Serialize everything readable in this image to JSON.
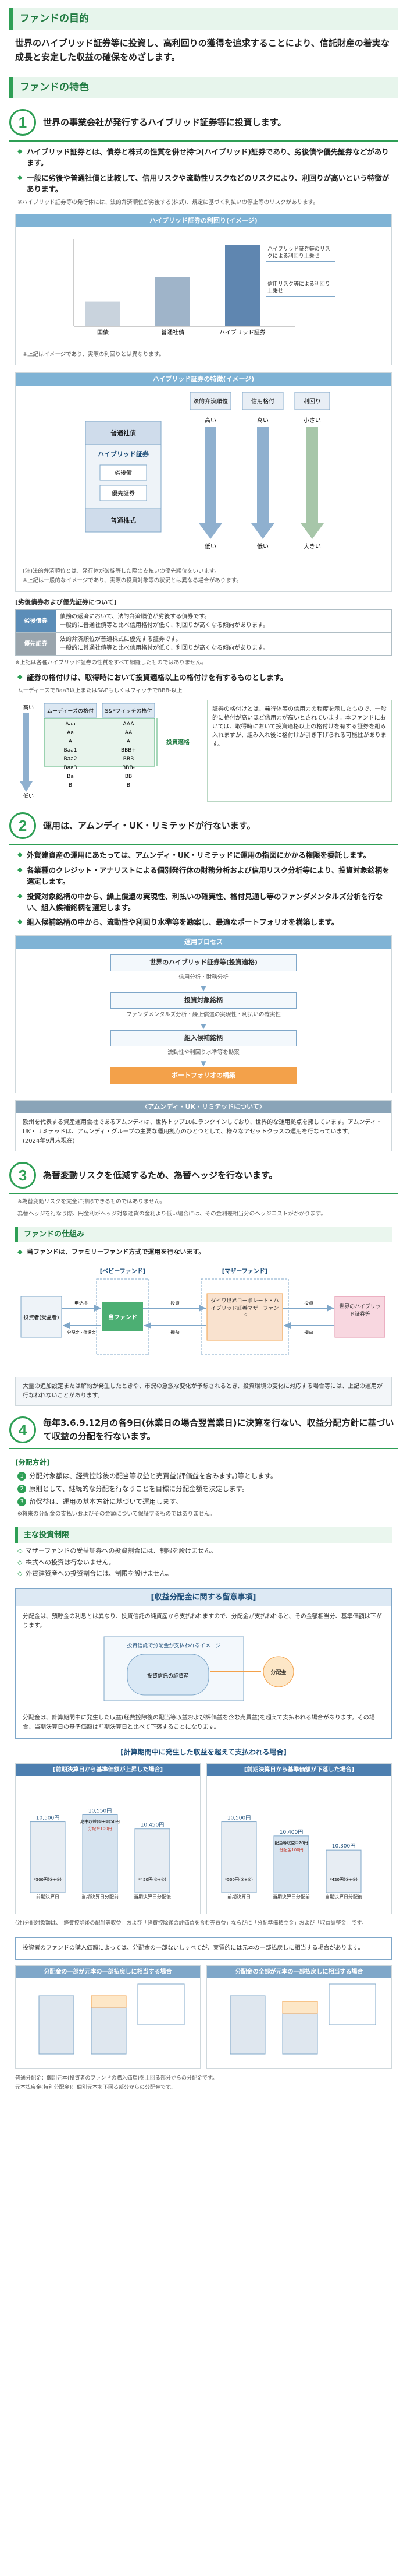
{
  "purpose": {
    "heading": "ファンドの目的",
    "text": "世界のハイブリッド証券等に投資し、高利回りの獲得を追求することにより、信託財産の着実な成長と安定した収益の確保をめざします。"
  },
  "features": {
    "heading": "ファンドの特色",
    "f1": {
      "num": "1",
      "title": "世界の事業会社が発行するハイブリッド証券等に投資します。",
      "b1": "ハイブリッド証券とは、債券と株式の性質を併せ持つ(ハイブリッド)証券であり、劣後債や優先証券などがあります。",
      "b2": "一般に劣後や普通社債と比較して、信用リスクや流動性リスクなどのリスクにより、利回りが高いという特徴があります。",
      "note": "※ハイブリッド証券等の発行体には、法的弁済順位が劣後する(株式)、規定に基づく利払いの停止等のリスクがあります。"
    },
    "chart1": {
      "title": "ハイブリッド証券の利回り(イメージ)",
      "categories": [
        "国債",
        "普通社債",
        "ハイブリッド証券"
      ],
      "callout": "ハイブリッド証券等のリスクによる利回り上乗せ",
      "callout2": "信用リスク等による利回り上乗せ",
      "note": "※上記はイメージであり、実際の利回りとは異なります。"
    },
    "chart2": {
      "title": "ハイブリッド証券の特徴(イメージ)",
      "labels": {
        "priority": "法的弁済順位",
        "credit": "信用格付",
        "yield": "利回り",
        "senior": "普通社債",
        "hybrid": "ハイブリッド証券",
        "sub": "劣後債",
        "pref": "優先証券",
        "equity": "普通株式",
        "high": "高い",
        "small": "小さい",
        "low": "低い",
        "large": "大きい"
      },
      "note1": "(注)法的弁済順位とは、発行体が破綻等した際の支払いの優先順位をいいます。",
      "note2": "※上記は一般的なイメージであり、実際の投資対象等の状況とは異なる場合があります。"
    },
    "table": {
      "caption": "[劣後債券および優先証券について]",
      "rows": [
        {
          "head": "劣後債券",
          "lines": [
            "債務の返済において、法的弁済順位が劣後する債券です。",
            "一般的に普通社債等と比べ信用格付が低く、利回りが高くなる傾向があります。"
          ]
        },
        {
          "head": "優先証券",
          "lines": [
            "法的弁済順位が普通株式に優先する証券です。",
            "一般的に普通社債等と比べ信用格付が低く、利回りが高くなる傾向があります。"
          ]
        }
      ],
      "note": "※上記は各種ハイブリッド証券の性質をすべて網羅したものではありません。"
    },
    "rating": {
      "bullet": "証券の格付けは、取得時において投資適格以上の格付けを有するものとします。",
      "sub": "ムーディーズでBaa3以上またはS&PもしくはフィッチでBBB-以上",
      "col1": "ムーディーズの格付",
      "col2": "S&Pフィッチの格付",
      "high": "高い",
      "low": "低い",
      "grade_label": "投資適格",
      "moody": [
        "Aaa",
        "Aa",
        "A",
        "Baa1",
        "Baa2",
        "Baa3",
        "Ba",
        "B"
      ],
      "sp": [
        "AAA",
        "AA",
        "A",
        "BBB+",
        "BBB",
        "BBB-",
        "BB",
        "B"
      ],
      "text": "証券の格付けとは、発行体等の信用力の程度を示したもので、一般的に格付が高いほど信用力が高いとされています。本ファンドにおいては、取得時において投資適格以上の格付けを有する証券を組み入れますが、組み入れ後に格付けが引き下げられる可能性があります。"
    },
    "f2": {
      "num": "2",
      "title": "運用は、アムンディ・UK・リミテッドが行ないます。",
      "b1": "外貨建資産の運用にあたっては、アムンディ・UK・リミテッドに運用の指図にかかる権限を委託します。",
      "b2": "各業種のクレジット・アナリストによる個別発行体の財務分析および信用リスク分析等により、投資対象銘柄を選定します。",
      "b3": "投資対象銘柄の中から、繰上償還の実現性、利払いの確実性、格付見通し等のファンダメンタルズ分析を行ない、組入候補銘柄を選定します。",
      "b4": "組入候補銘柄の中から、流動性や利回り水準等を勘案し、最適なポートフォリオを構築します。"
    },
    "flow": {
      "title": "運用プロセス",
      "s1": "世界のハイブリッド証券等(投資適格)",
      "s1sub": "信用分析・財務分析",
      "s2": "投資対象銘柄",
      "s2sub": "ファンダメンタルズ分析・繰上償還の実現性・利払いの確実性",
      "s3": "組入候補銘柄",
      "s3sub": "流動性や利回り水準等を勘案",
      "s4": "ポートフォリオの構築"
    },
    "amundi": {
      "title": "〈アムンディ・UK・リミテッドについて〉",
      "text": "欧州を代表する資産運用会社であるアムンディは、世界トップ10にランクインしており、世界的な運用拠点を擁しています。アムンディ・UK・リミテッドは、アムンディ・グループの主要な運用拠点のひとつとして、様々なアセットクラスの運用を行なっています。",
      "date": "(2024年9月末現在)"
    },
    "f3": {
      "num": "3",
      "title": "為替変動リスクを低減するため、為替ヘッジを行ないます。",
      "note": "※為替変動リスクを完全に排除できるものではありません。",
      "note2": "為替ヘッジを行なう際、円金利がヘッジ対象通貨の金利より低い場合には、その金利差相当分のヘッジコストがかかります。"
    },
    "mechanism": {
      "heading": "ファンドの仕組み",
      "text": "当ファンドは、ファミリーファンド方式で運用を行ないます。",
      "investors": "投資者(受益者)",
      "baby_title": "[ベビーファンド]",
      "mother_title": "[マザーファンド]",
      "baby": "当ファンド",
      "mother": "ダイワ世界コーポレート・ハイブリッド証券マザーファンド",
      "target": "世界のハイブリッド証券等",
      "apply": "申込金",
      "dist": "分配金・償還金",
      "invest": "投資",
      "gain": "損益",
      "note": "大量の追加設定または解約が発生したときや、市況の急激な変化が予想されるとき、投資環境の変化に対応する場合等には、上記の運用が行なわれないことがあります。"
    },
    "f4": {
      "num": "4",
      "title": "毎年3.6.9.12月の各9日(休業日の場合翌営業日)に決算を行ない、収益分配方針に基づいて収益の分配を行ないます。"
    },
    "distribution": {
      "heading": "[分配方針]",
      "items": [
        "分配対象額は、経費控除後の配当等収益と売買益(評価益を含みます。)等とします。",
        "原則として、継続的な分配を行なうことを目標に分配金額を決定します。",
        "留保益は、運用の基本方針に基づいて運用します。"
      ],
      "note": "※将来の分配金の支払いおよびその金額について保証するものではありません。",
      "sub_heading": "主な投資制限",
      "limits": [
        "マザーファンドの受益証券への投資割合には、制限を設けません。",
        "株式への投資は行ないません。",
        "外貨建資産への投資割合には、制限を設けません。"
      ]
    },
    "caution": {
      "title": "[収益分配金に関する留意事項]",
      "p1": "分配金は、預貯金の利息とは異なり、投資信託の純資産から支払われますので、分配金が支払われると、その金額相当分、基準価額は下がります。",
      "img_label1": "投資信託で分配金が支払われるイメージ",
      "img_label2": "分配金",
      "img_label3": "投資信託の純資産",
      "p2": "分配金は、計算期間中に発生した収益(経費控除後の配当等収益および評価益を含む売買益)を超えて支払われる場合があります。その場合、当期決算日の基準価額は前期決算日と比べて下落することになります。",
      "chart_title": "[計算期間中に発生した収益を超えて支払われる場合]",
      "left_title": "[前期決算日から基準価額が上昇した場合]",
      "right_title": "[前期決算日から基準価額が下落した場合]",
      "footnote": "(注)分配対象額は、「経費控除後の配当等収益」および「経費控除後の評価益を含む売買益」ならびに「分配準備積立金」および「収益調整金」です。",
      "p3": "投資者のファンドの購入価額によっては、分配金の一部ないしすべてが、実質的には元本の一部払戻しに相当する場合があります。",
      "bottom_left": "分配金の一部が元本の一部払戻しに相当する場合",
      "bottom_right": "分配金の全部が元本の一部払戻しに相当する場合",
      "bottom_note1": "普通分配金：個別元本(投資者のファンドの購入価額)を上回る部分からの分配金です。",
      "bottom_note2": "元本払戻金(特別分配金)：個別元本を下回る部分からの分配金です。"
    }
  },
  "chart_data": [
    {
      "type": "bar",
      "title": "ハイブリッド証券の利回り(イメージ)",
      "categories": [
        "国債",
        "普通社債",
        "ハイブリッド証券"
      ],
      "values": [
        1,
        2,
        3.3
      ],
      "xlabel": "",
      "ylabel": "",
      "colors": [
        "#c9d3dd",
        "#9fb4c9",
        "#5f86b0"
      ]
    },
    {
      "type": "bar",
      "title": "前期決算日から基準価額が上昇した場合",
      "categories": [
        "前期決算日",
        "当期決算日分配前",
        "当期決算日分配後"
      ],
      "values": [
        10500,
        10550,
        10450
      ],
      "annotations": [
        "10,500円",
        "10,550円",
        "10,450円"
      ],
      "labels": [
        "期中収益(①+②)50円",
        "分配金100円",
        "*500円(③+④)",
        "*450円(③+④)"
      ]
    },
    {
      "type": "bar",
      "title": "前期決算日から基準価額が下落した場合",
      "categories": [
        "前期決算日",
        "当期決算日分配前",
        "当期決算日分配後"
      ],
      "values": [
        10500,
        10400,
        10300
      ],
      "annotations": [
        "10,500円",
        "10,400円",
        "10,300円"
      ],
      "labels": [
        "配当等収益①20円",
        "分配金100円",
        "*500円(③+④)",
        "*420円(③+④)"
      ]
    }
  ]
}
